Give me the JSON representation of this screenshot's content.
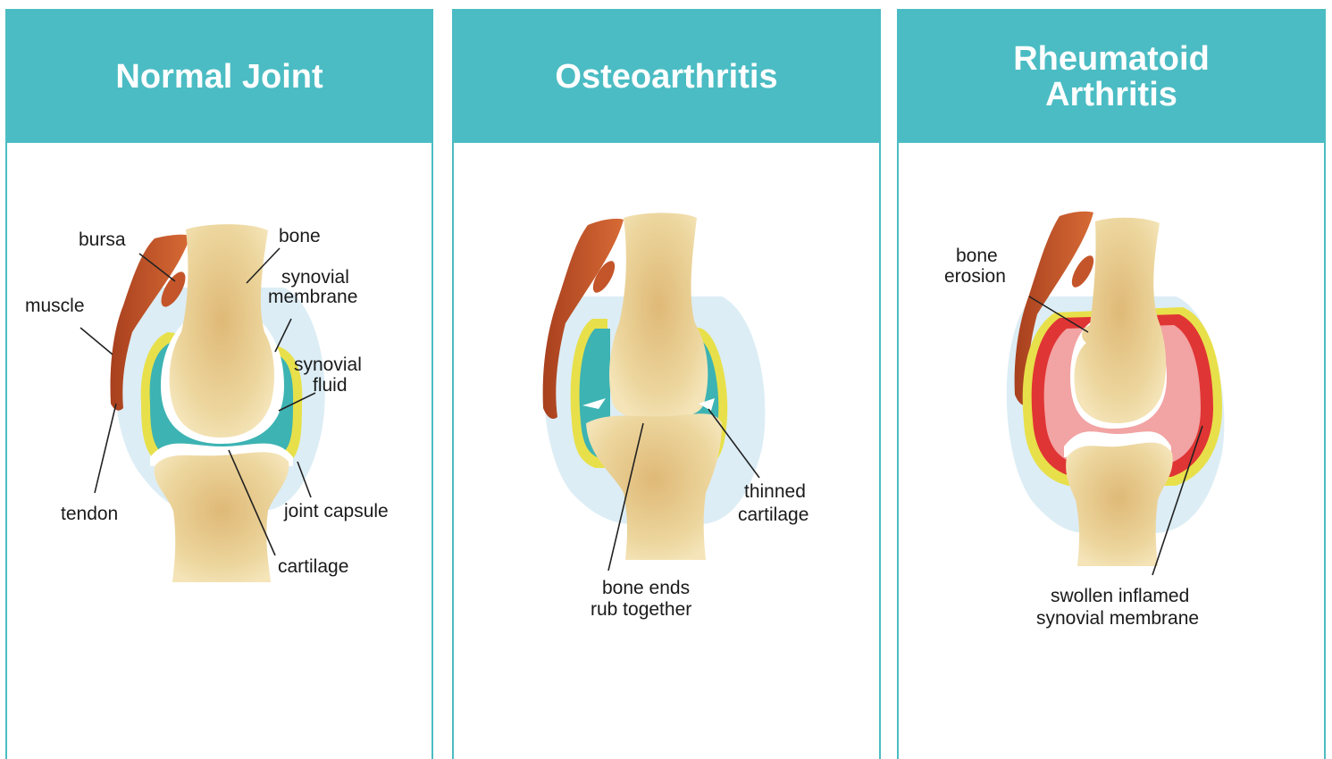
{
  "panels": [
    {
      "title": "Normal Joint",
      "labels": {
        "bursa": "bursa",
        "bone": "bone",
        "synovial_membrane": [
          "synovial",
          "membrane"
        ],
        "muscle": "muscle",
        "synovial_fluid": [
          "synovial",
          "fluid"
        ],
        "tendon": "tendon",
        "joint_capsule": "joint capsule",
        "cartilage": "cartilage"
      }
    },
    {
      "title": "Osteoarthritis",
      "labels": {
        "thinned_cartilage": [
          "thinned",
          "cartilage"
        ],
        "bone_ends": [
          "bone ends",
          "rub together"
        ]
      }
    },
    {
      "title_lines": [
        "Rheumatoid",
        "Arthritis"
      ],
      "labels": {
        "bone_erosion": [
          "bone",
          "erosion"
        ],
        "swollen_membrane": [
          "swollen inflamed",
          "synovial membrane"
        ]
      }
    }
  ],
  "colors": {
    "header": "#4bbcc3",
    "bone": "#ecd59c",
    "muscle": "#c4552a",
    "cartilage": "#ffffff",
    "synovial_fluid": "#3db3b3",
    "synovial_membrane": "#e8e04a",
    "capsule": "#dcedf5",
    "inflamed": "#e03535",
    "inflamed_fluid": "#f2a3a3"
  }
}
